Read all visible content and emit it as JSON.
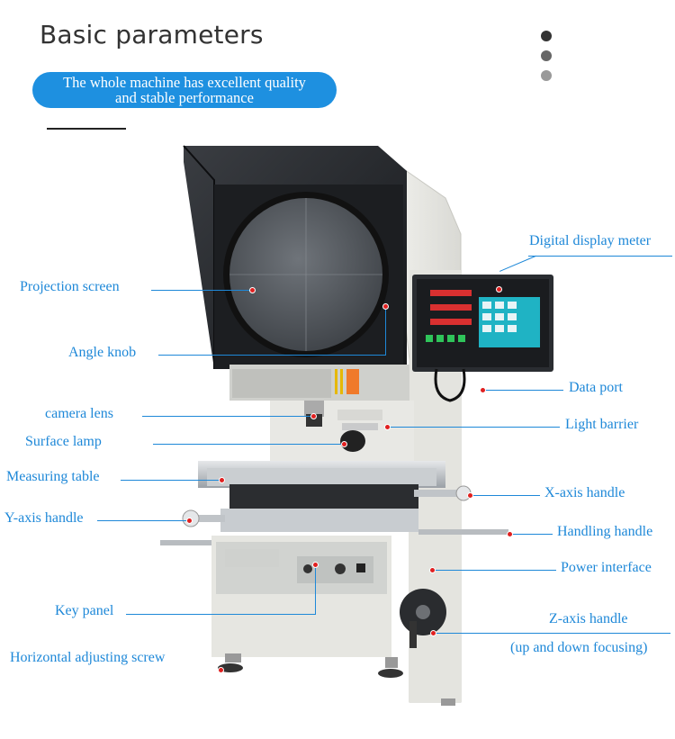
{
  "header": {
    "title": "Basic parameters",
    "pill_line1": "The whole machine has excellent quality",
    "pill_line2": "and stable performance"
  },
  "colors": {
    "accent": "#1e90e0",
    "label": "#1e88d8",
    "marker": "#e02020",
    "dots": [
      "#333333",
      "#666666",
      "#999999"
    ]
  },
  "labels": {
    "projection_screen": "Projection screen",
    "angle_knob": "Angle knob",
    "camera_lens": "camera lens",
    "surface_lamp": "Surface lamp",
    "measuring_table": "Measuring table",
    "y_axis_handle": "Y-axis handle",
    "key_panel": "Key panel",
    "horizontal_adjusting_screw": "Horizontal adjusting screw",
    "digital_display_meter": "Digital display meter",
    "data_port": "Data port",
    "light_barrier": "Light barrier",
    "x_axis_handle": "X-axis handle",
    "handling_handle": "Handling handle",
    "power_interface": "Power interface",
    "z_axis_handle": "Z-axis handle",
    "z_axis_note": "(up and down focusing)"
  }
}
